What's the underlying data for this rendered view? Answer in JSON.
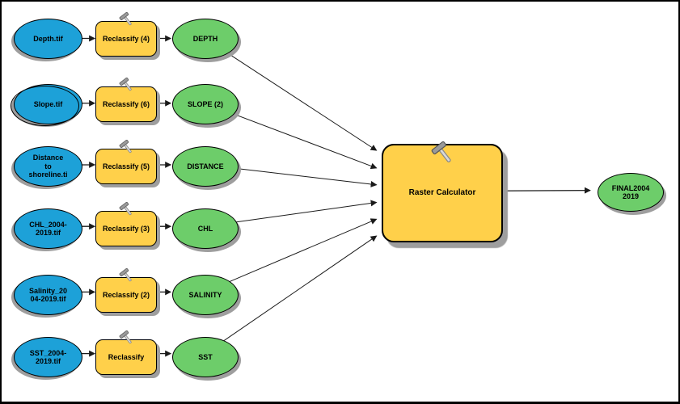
{
  "diagram": {
    "app_context": "ModelBuilder flow diagram",
    "tool_icon": "hammer-icon",
    "colors": {
      "input_fill": "#1da1d8",
      "tool_fill": "#ffd04a",
      "output_fill": "#6dcd6a",
      "node_stroke": "#000000",
      "shadow": "#9e9e9e",
      "connector": "#1a1a1a",
      "background": "#ffffff",
      "frame_border": "#000000"
    },
    "rows": [
      {
        "input": "Depth.tif",
        "tool": "Reclassify (4)",
        "output": "DEPTH"
      },
      {
        "input": "Slope.tif",
        "tool": "Reclassify (6)",
        "output": "SLOPE (2)"
      },
      {
        "input": "Distance\nto\nshoreline.ti",
        "tool": "Reclassify (5)",
        "output": "DISTANCE"
      },
      {
        "input": "CHL_2004-\n2019.tif",
        "tool": "Reclassify (3)",
        "output": "CHL"
      },
      {
        "input": "Salinity_20\n04-2019.tif",
        "tool": "Reclassify (2)",
        "output": "SALINITY"
      },
      {
        "input": "SST_2004-\n2019.tif",
        "tool": "Reclassify",
        "output": "SST"
      }
    ],
    "calculator": {
      "label": "Raster Calculator"
    },
    "final_output": {
      "label": "FINAL2004\n2019"
    }
  }
}
